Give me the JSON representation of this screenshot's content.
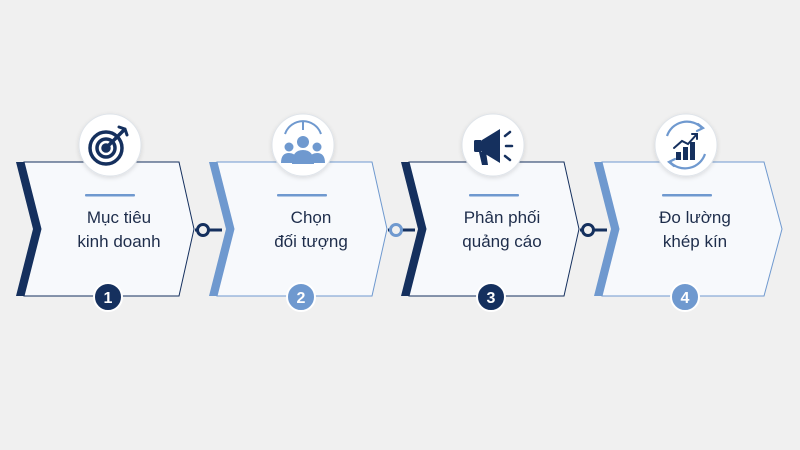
{
  "colors": {
    "background": "#f0f0f0",
    "dark": "#15305e",
    "light": "#6f99cf",
    "card": "#f7f9fc",
    "text": "#1e2d4b"
  },
  "steps": [
    {
      "number": "1",
      "lines": [
        "Mục tiêu",
        "kinh doanh"
      ],
      "icon": "target-icon",
      "accent": "dark"
    },
    {
      "number": "2",
      "lines": [
        "Chọn",
        "đối tượng"
      ],
      "icon": "audience-group-icon",
      "accent": "light"
    },
    {
      "number": "3",
      "lines": [
        "Phân phối",
        "quảng cáo"
      ],
      "icon": "megaphone-icon",
      "accent": "dark"
    },
    {
      "number": "4",
      "lines": [
        "Đo lường",
        "khép kín"
      ],
      "icon": "growth-chart-icon",
      "accent": "light"
    }
  ]
}
